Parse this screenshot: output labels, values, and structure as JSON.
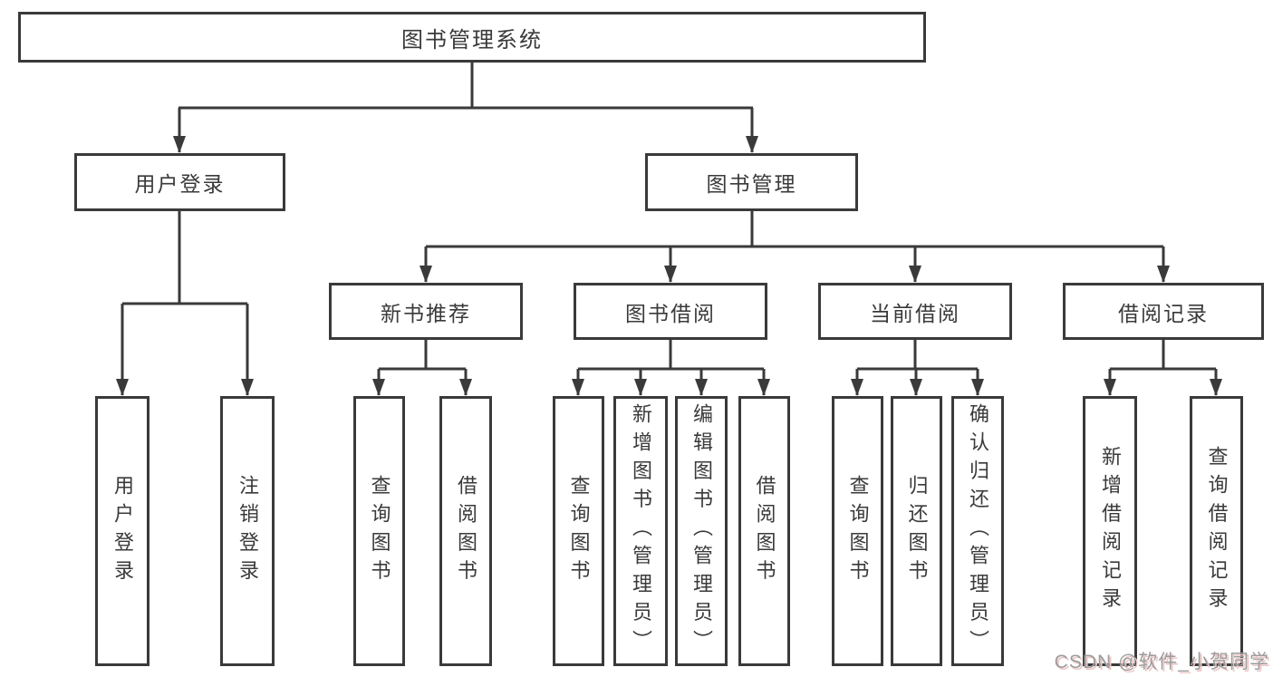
{
  "diagram": {
    "root": {
      "label": "图书管理系统"
    },
    "branches": [
      {
        "label": "用户登录",
        "children": [
          {
            "label": "用户登录"
          },
          {
            "label": "注销登录"
          }
        ]
      },
      {
        "label": "图书管理",
        "children": [
          {
            "label": "新书推荐",
            "children": [
              {
                "label": "查询图书"
              },
              {
                "label": "借阅图书"
              }
            ]
          },
          {
            "label": "图书借阅",
            "children": [
              {
                "label": "查询图书"
              },
              {
                "label": "新增图书（管理员）"
              },
              {
                "label": "编辑图书（管理员）"
              },
              {
                "label": "借阅图书"
              }
            ]
          },
          {
            "label": "当前借阅",
            "children": [
              {
                "label": "查询图书"
              },
              {
                "label": "归还图书"
              },
              {
                "label": "确认归还（管理员）"
              }
            ]
          },
          {
            "label": "借阅记录",
            "children": [
              {
                "label": "新增借阅记录"
              },
              {
                "label": "查询借阅记录"
              }
            ]
          }
        ]
      }
    ]
  },
  "watermark": {
    "text": "CSDN @软件_小贺同学"
  },
  "colors": {
    "line": "#3a3a3a",
    "box_border": "#3a3a3a",
    "text": "#3a3a3a",
    "background": "#ffffff",
    "watermark_text": "#9c9c9c",
    "watermark_shadow": "#edc6c6"
  }
}
